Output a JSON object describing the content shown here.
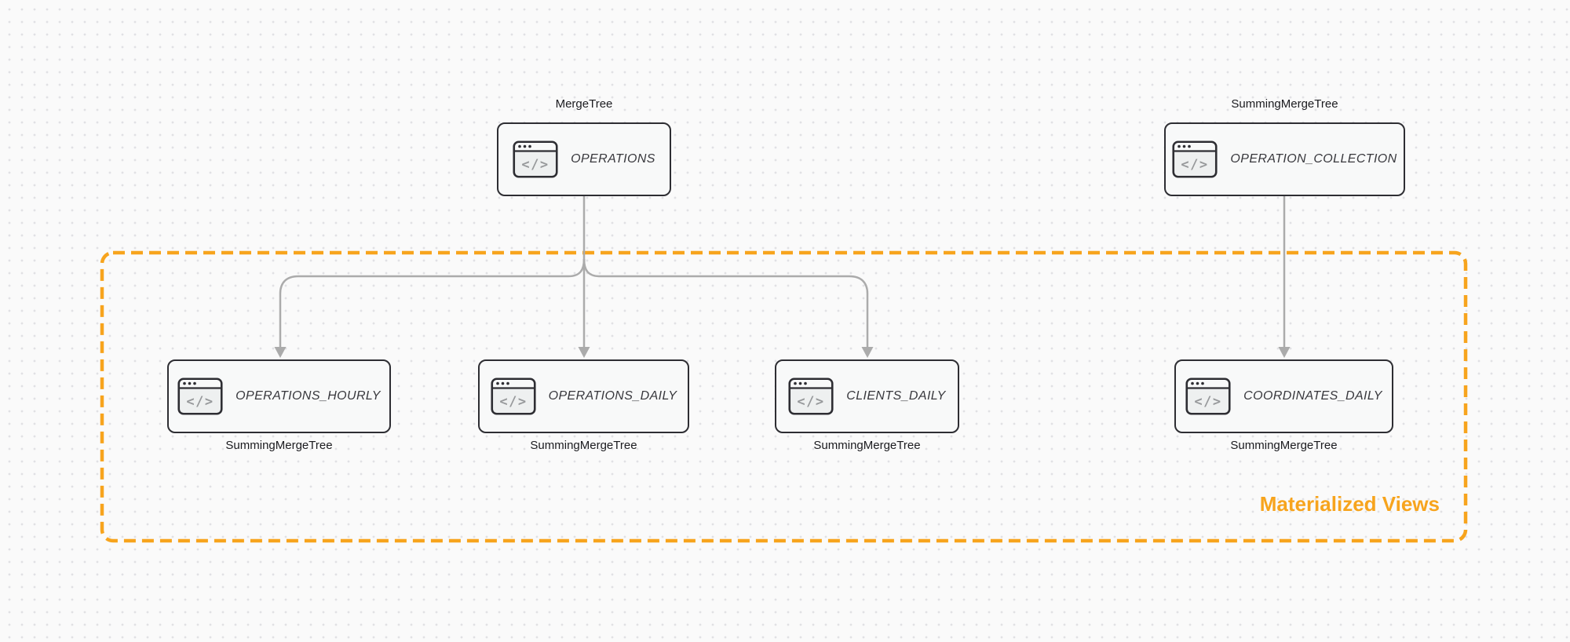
{
  "diagram": {
    "group": {
      "label": "Materialized Views",
      "border_color": "#f7a41d",
      "label_color": "#f7a41d"
    },
    "colors": {
      "background": "#fafafa",
      "dot_grid": "#e1e1e4",
      "node_border": "#2e2e33",
      "node_fill": "#f8f9f9",
      "arrow": "#ababab",
      "engine_text": "#1b1b1f",
      "table_text": "#38383d",
      "icon_glyph_color": "#97999b"
    },
    "icon": {
      "name": "code-window-icon",
      "glyph": "</>"
    },
    "nodes": [
      {
        "id": "operations",
        "table": "OPERATIONS",
        "engine": "MergeTree",
        "engine_position": "above"
      },
      {
        "id": "operation_collection",
        "table": "OPERATION_COLLECTION",
        "engine": "SummingMergeTree",
        "engine_position": "above"
      },
      {
        "id": "operations_hourly",
        "table": "OPERATIONS_HOURLY",
        "engine": "SummingMergeTree",
        "engine_position": "below"
      },
      {
        "id": "operations_daily",
        "table": "OPERATIONS_DAILY",
        "engine": "SummingMergeTree",
        "engine_position": "below"
      },
      {
        "id": "clients_daily",
        "table": "CLIENTS_DAILY",
        "engine": "SummingMergeTree",
        "engine_position": "below"
      },
      {
        "id": "coordinates_daily",
        "table": "COORDINATES_DAILY",
        "engine": "SummingMergeTree",
        "engine_position": "below"
      }
    ],
    "edges": [
      {
        "from": "operations",
        "to": "operations_hourly"
      },
      {
        "from": "operations",
        "to": "operations_daily"
      },
      {
        "from": "operations",
        "to": "clients_daily"
      },
      {
        "from": "operation_collection",
        "to": "coordinates_daily"
      }
    ]
  }
}
